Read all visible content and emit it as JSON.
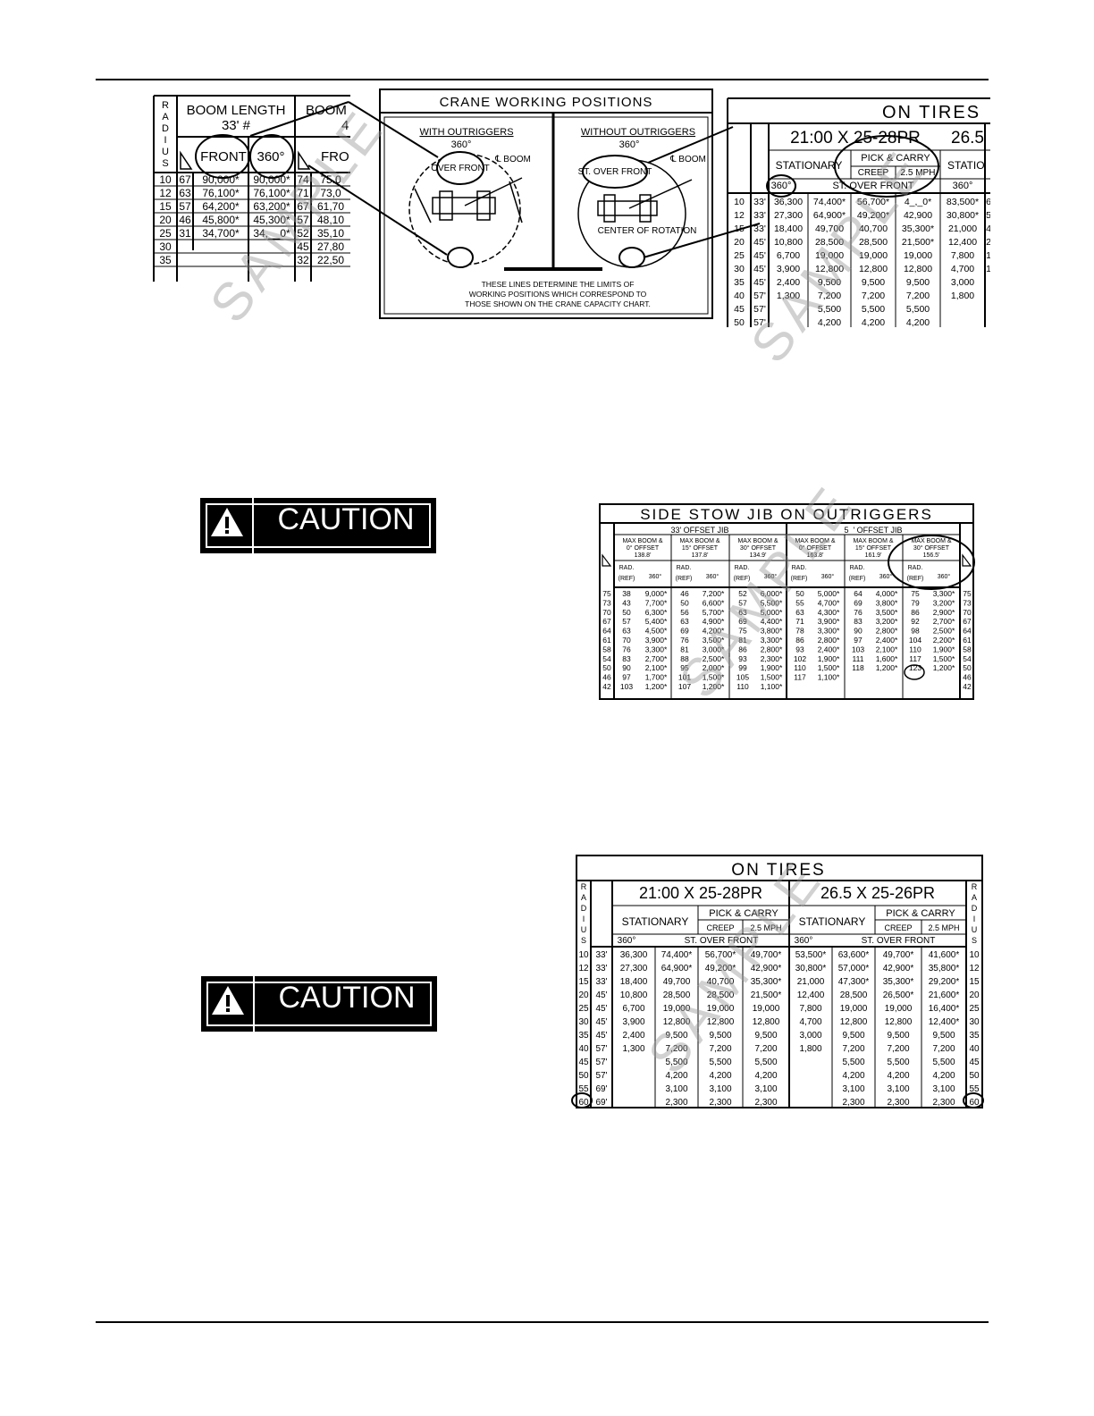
{
  "boom_chart": {
    "radius_label": [
      "R",
      "A",
      "D",
      "I",
      "U",
      "S"
    ],
    "boom_length_title": "BOOM LENGTH",
    "boom_length_value": "33' #",
    "boom_next_title": "BOOM",
    "boom_next_value": "4",
    "col_front": "FRONT",
    "col_360": "360°",
    "col_fro": "FRO",
    "rows": [
      [
        "10",
        "67",
        "90,000*",
        "90,000*",
        "74",
        "75.0"
      ],
      [
        "12",
        "63",
        "76,100*",
        "76,100*",
        "71",
        "73,0"
      ],
      [
        "15",
        "57",
        "64,200*",
        "63,200*",
        "67",
        "61,70"
      ],
      [
        "20",
        "46",
        "45,800*",
        "45,300*",
        "57",
        "48,10"
      ],
      [
        "25",
        "31",
        "34,700*",
        "34,__0*",
        "52",
        "35,10"
      ],
      [
        "30",
        "",
        "",
        "",
        "45",
        "27,80"
      ],
      [
        "35",
        "",
        "",
        "",
        "32",
        "22,50"
      ]
    ]
  },
  "positions_diagram": {
    "title": "CRANE WORKING POSITIONS",
    "left_title": "WITH OUTRIGGERS",
    "right_title": "WITHOUT OUTRIGGERS",
    "deg_360": "360°",
    "boom_cl": "℄ BOOM",
    "over_front": "OVER FRONT",
    "st_over_front": "ST. OVER FRONT",
    "center_rotation": "CENTER OF ROTATION",
    "note": [
      "THESE LINES DETERMINE THE LIMITS OF",
      "WORKING POSITIONS WHICH CORRESPOND TO",
      "THOSE SHOWN ON THE CRANE CAPACITY CHART."
    ]
  },
  "tires_partial": {
    "title": "ON TIRES",
    "tire1": "21:00 X 25-28PR",
    "tire2": "26.5",
    "stationary": "STATIONARY",
    "pick_carry": "PICK & CARRY",
    "creep": "CREEP",
    "mph": "2.5 MPH",
    "statio": "STATIO",
    "deg_360": "360°",
    "st_over_front": "ST. OVER FRONT",
    "rows": [
      [
        "10",
        "33'",
        "36,300",
        "74,400*",
        "56,700*",
        "4_,_0*",
        "83,500*",
        "6"
      ],
      [
        "12",
        "33'",
        "27,300",
        "64,900*",
        "49,200*",
        "42,900",
        "30,800*",
        "5"
      ],
      [
        "15",
        "33'",
        "18,400",
        "49,700",
        "40,700",
        "35,300*",
        "21,000",
        "4"
      ],
      [
        "20",
        "45'",
        "10,800",
        "28,500",
        "28,500",
        "21,500*",
        "12,400",
        "2"
      ],
      [
        "25",
        "45'",
        "6,700",
        "19,000",
        "19,000",
        "19,000",
        "7,800",
        "1"
      ],
      [
        "30",
        "45'",
        "3,900",
        "12,800",
        "12,800",
        "12,800",
        "4,700",
        "1"
      ],
      [
        "35",
        "45'",
        "2,400",
        "9,500",
        "9,500",
        "9,500",
        "3,000",
        ""
      ],
      [
        "40",
        "57'",
        "1,300",
        "7,200",
        "7,200",
        "7,200",
        "1,800",
        ""
      ],
      [
        "45",
        "57'",
        "",
        "5,500",
        "5,500",
        "5,500",
        "",
        ""
      ],
      [
        "50",
        "57'",
        "",
        "4,200",
        "4,200",
        "4,200",
        "",
        ""
      ]
    ]
  },
  "caution1": {
    "label": "CAUTION"
  },
  "caution2": {
    "label": "CAUTION"
  },
  "jib_chart": {
    "title": "SIDE STOW JIB ON OUTRIGGERS",
    "group1": "33' OFFSET JIB",
    "group2": "5_' OFFSET JIB",
    "sub_heads": [
      [
        "MAX BOOM &",
        "0° OFFSET",
        "138.8'"
      ],
      [
        "MAX BOOM &",
        "15° OFFSET",
        "137.8'"
      ],
      [
        "MAX BOOM &",
        "30° OFFSET",
        "134.9'"
      ],
      [
        "MAX BOOM &",
        "0° OFFSET",
        "163.8'"
      ],
      [
        "MAX BOOM &",
        "15° OFFSET",
        "161.9'"
      ],
      [
        "MAX BOOM &",
        "30° OFFSET",
        "156.5'"
      ]
    ],
    "rad_ref": "RAD. (REF)",
    "col_360": "360°",
    "rows": [
      [
        "75",
        "38",
        "9,000*",
        "46",
        "7,200*",
        "52",
        "6,000*",
        "50",
        "5,000*",
        "64",
        "4,000*",
        "75",
        "3,300*",
        "75"
      ],
      [
        "73",
        "43",
        "7,700*",
        "50",
        "6,600*",
        "57",
        "5,500*",
        "55",
        "4,700*",
        "69",
        "3,800*",
        "79",
        "3,200*",
        "73"
      ],
      [
        "70",
        "50",
        "6,300*",
        "56",
        "5,700*",
        "63",
        "5,000*",
        "63",
        "4,300*",
        "76",
        "3,500*",
        "86",
        "2,900*",
        "70"
      ],
      [
        "67",
        "57",
        "5,400*",
        "63",
        "4,900*",
        "69",
        "4,400*",
        "71",
        "3,900*",
        "83",
        "3,200*",
        "92",
        "2,700*",
        "67"
      ],
      [
        "64",
        "63",
        "4,500*",
        "69",
        "4,200*",
        "75",
        "3,800*",
        "78",
        "3,300*",
        "90",
        "2,800*",
        "98",
        "2,500*",
        "64"
      ],
      [
        "61",
        "70",
        "3,900*",
        "76",
        "3,500*",
        "81",
        "3,300*",
        "86",
        "2,800*",
        "97",
        "2,400*",
        "104",
        "2,200*",
        "61"
      ],
      [
        "58",
        "76",
        "3,300*",
        "81",
        "3,000*",
        "86",
        "2,800*",
        "93",
        "2,400*",
        "103",
        "2,100*",
        "110",
        "1,900*",
        "58"
      ],
      [
        "54",
        "83",
        "2,700*",
        "88",
        "2,500*",
        "93",
        "2,300*",
        "102",
        "1,900*",
        "111",
        "1,600*",
        "117",
        "1,500*",
        "54"
      ],
      [
        "50",
        "90",
        "2,100*",
        "95",
        "2,000*",
        "99",
        "1,900*",
        "110",
        "1,500*",
        "118",
        "1,200*",
        "123",
        "1,200*",
        "50"
      ],
      [
        "46",
        "97",
        "1,700*",
        "101",
        "1,500*",
        "105",
        "1,500*",
        "117",
        "1,100*",
        "",
        "",
        "",
        "",
        "46"
      ],
      [
        "42",
        "103",
        "1,200*",
        "107",
        "1,200*",
        "110",
        "1,100*",
        "",
        "",
        "",
        "",
        "",
        "",
        "42"
      ]
    ]
  },
  "tires_full": {
    "title": "ON TIRES",
    "tire1": "21:00 X 25-28PR",
    "tire2": "26.5 X 25-26PR",
    "stationary": "STATIONARY",
    "pick_carry": "PICK & CARRY",
    "creep": "CREEP",
    "mph": "2.5 MPH",
    "deg_360": "360°",
    "st_over_front": "ST. OVER FRONT",
    "rows": [
      [
        "10",
        "33'",
        "36,300",
        "74,400*",
        "56,700*",
        "49,700*",
        "53,500*",
        "63,600*",
        "49,700*",
        "41,600*",
        "10"
      ],
      [
        "12",
        "33'",
        "27,300",
        "64,900*",
        "49,200*",
        "42,900*",
        "30,800*",
        "57,000*",
        "42,900*",
        "35,800*",
        "12"
      ],
      [
        "15",
        "33'",
        "18,400",
        "49,700",
        "40,700",
        "35,300*",
        "21,000",
        "47,300*",
        "35,300*",
        "29,200*",
        "15"
      ],
      [
        "20",
        "45'",
        "10,800",
        "28,500",
        "28,500",
        "21,500*",
        "12,400",
        "28,500",
        "26,500*",
        "21,600*",
        "20"
      ],
      [
        "25",
        "45'",
        "6,700",
        "19,000",
        "19,000",
        "19,000",
        "7,800",
        "19,000",
        "19,000",
        "16,400*",
        "25"
      ],
      [
        "30",
        "45'",
        "3,900",
        "12,800",
        "12,800",
        "12,800",
        "4,700",
        "12,800",
        "12,800",
        "12,400*",
        "30"
      ],
      [
        "35",
        "45'",
        "2,400",
        "9,500",
        "9,500",
        "9,500",
        "3,000",
        "9,500",
        "9,500",
        "9,500",
        "35"
      ],
      [
        "40",
        "57'",
        "1,300",
        "7,200",
        "7,200",
        "7,200",
        "1,800",
        "7,200",
        "7,200",
        "7,200",
        "40"
      ],
      [
        "45",
        "57'",
        "",
        "5,500",
        "5,500",
        "5,500",
        "",
        "5,500",
        "5,500",
        "5,500",
        "45"
      ],
      [
        "50",
        "57'",
        "",
        "4,200",
        "4,200",
        "4,200",
        "",
        "4,200",
        "4,200",
        "4,200",
        "50"
      ],
      [
        "55",
        "69'",
        "",
        "3,100",
        "3,100",
        "3,100",
        "",
        "3,100",
        "3,100",
        "3,100",
        "55"
      ],
      [
        "60",
        "69'",
        "",
        "2,300",
        "2,300",
        "2,300",
        "",
        "2,300",
        "2,300",
        "2,300",
        "60"
      ]
    ]
  },
  "watermark": "SAMPLE"
}
